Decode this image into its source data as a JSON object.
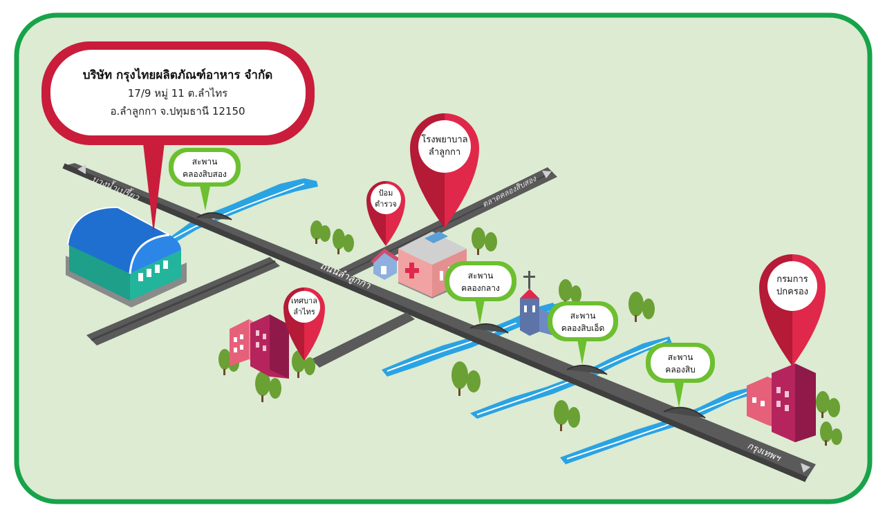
{
  "company": {
    "name": "บริษัท กรุงไทยผลิตภัณฑ์อาหาร จำกัด",
    "address_line1": "17/9 หมู่ 11 ต.ลำไทร",
    "address_line2": "อ.ลำลูกกา จ.ปทุมธานี 12150"
  },
  "roads": {
    "bang_nam_priao": "บางน้ำเปรี้ยว",
    "khlong_sip_song_market": "ตลาดคลองสิบสอง",
    "lam_luk_ka_road": "ถนนลำลูกกา",
    "krung_thep": "กรุงเทพฯ"
  },
  "bridges": {
    "sip_song": [
      "สะพาน",
      "คลองสิบสอง"
    ],
    "klang": [
      "สะพาน",
      "คลองกลาง"
    ],
    "sip_et": [
      "สะพาน",
      "คลองสิบเอ็ด"
    ],
    "sip": [
      "สะพาน",
      "คลองสิบ"
    ]
  },
  "places": {
    "police": [
      "ป้อม",
      "ตำรวจ"
    ],
    "hospital": [
      "โรงพยาบาล",
      "ลำลูกกา"
    ],
    "municipality": [
      "เทศบาล",
      "ลำไทร"
    ],
    "department": [
      "กรมการ",
      "ปกครอง"
    ]
  },
  "colors": {
    "frame": "#17a34a",
    "land": "#dcebd2",
    "road": "#5a5a5a",
    "river": "#2aa3e3",
    "pin_red": "#d3213f",
    "callout_green": "#6cbf2f"
  }
}
